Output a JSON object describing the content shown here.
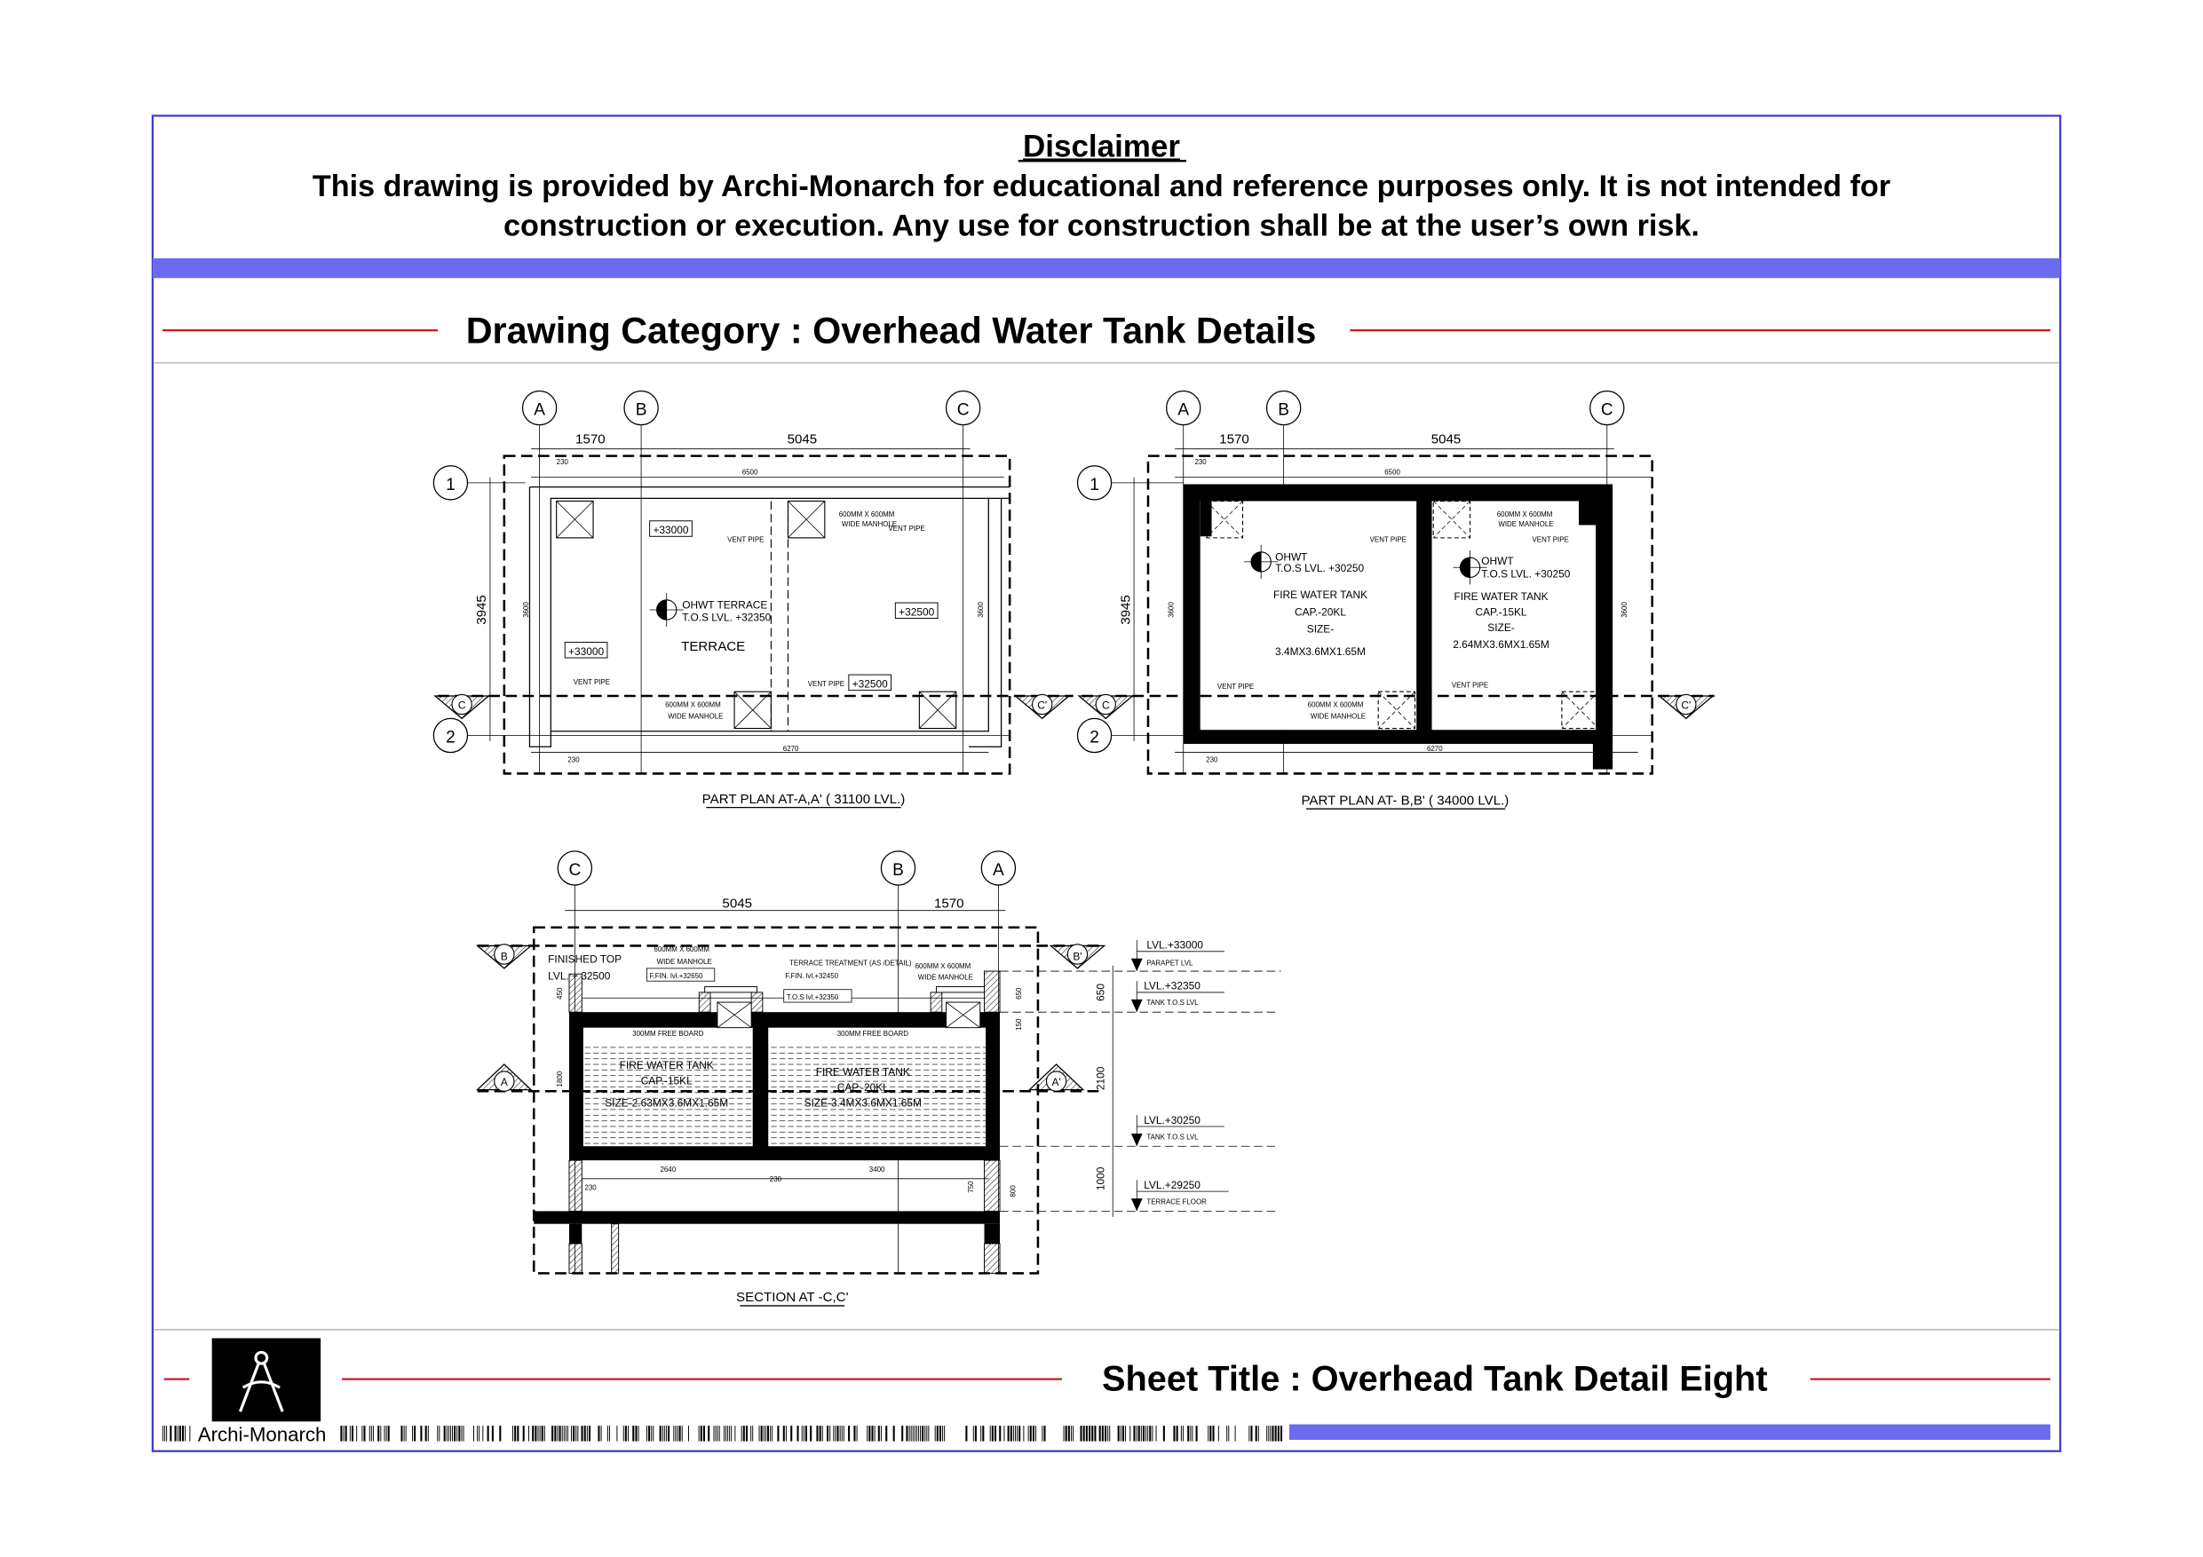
{
  "disclaimer": {
    "title": "Disclaimer",
    "line1": "This drawing is provided by Archi-Monarch for educational and reference purposes only. It is not intended for",
    "line2": "construction or execution. Any use for construction shall be at the user’s own risk."
  },
  "category": "Drawing Category : Overhead Water Tank Details",
  "colors": {
    "border": "#3a3ad6",
    "band": "#6b6bef",
    "rule": "#d0181e"
  },
  "grid": {
    "A": "A",
    "B": "B",
    "C": "C",
    "row1": "1",
    "row2": "2"
  },
  "dims": {
    "d1570": "1570",
    "d5045": "5045",
    "d3945": "3945",
    "d3600": "3600",
    "d6500": "6500",
    "d6270": "6270",
    "d230": "230"
  },
  "plan_a": {
    "title": "PART PLAN  AT-A,A' ( 31100 LVL.)",
    "lvl_33000": "+33000",
    "lvl_32500": "+32500",
    "vent_pipe": "VENT PIPE",
    "manhole_1": "600MM X 600MM",
    "manhole_2": "WIDE MANHOLE",
    "ohwt": "OHWT TERRACE",
    "tos": "T.O.S LVL. +32350",
    "terrace": "TERRACE",
    "cut_c": "C",
    "cut_c2": "C'"
  },
  "plan_b": {
    "title": "PART PLAN  AT- B,B' ( 34000 LVL.)",
    "ohwt": "OHWT",
    "tos": "T.O.S LVL. +30250",
    "tank_label": "FIRE WATER TANK",
    "cap_20": "CAP.-20KL",
    "cap_15": "CAP.-15KL",
    "size_label": "SIZE-",
    "size_20": "3.4MX3.6MX1.65M",
    "size_15": "2.64MX3.6MX1.65M"
  },
  "section": {
    "title": "SECTION AT -C,C'",
    "finished_top_1": "FINISHED TOP",
    "finished_top_2": "LVL. + 32500",
    "ffl_32650": "F.FIN. lvl.+32650",
    "ffl_32450": "F.FIN. lvl.+32450",
    "tos_32350": "T.O.S lvl.+32350",
    "terrace_treatment": "TERRACE TREATMENT  (AS /DETAIL)",
    "free_board": "300MM FREE BOARD",
    "tank_label": "FIRE WATER TANK",
    "cap_15": "CAP.-15KL",
    "cap_20": "CAP.-20KL",
    "size_15": "SIZE-2.63MX3.6MX1.65M",
    "size_20": "SIZE-3.4MX3.6MX1.65M",
    "cut_a": "A",
    "cut_b": "B",
    "cut_b2": "B'",
    "cut_a2": "A'",
    "d650": "650",
    "d2100": "2100",
    "d1000": "1000",
    "d450": "450",
    "d150": "150",
    "d1800": "1800",
    "d2640": "2640",
    "d3400": "3400",
    "d750": "750",
    "d800": "800",
    "levels": [
      {
        "value": "LVL.+33000",
        "label": "PARAPET LVL"
      },
      {
        "value": "LVL.+32350",
        "label": "TANK T.O.S  LVL"
      },
      {
        "value": "LVL.+30250",
        "label": "TANK T.O.S  LVL"
      },
      {
        "value": "LVL.+29250",
        "label": "TERRACE FLOOR"
      }
    ]
  },
  "footer": {
    "brand": "Archi-Monarch",
    "sheet_title": "Sheet Title : Overhead Tank Detail Eight"
  }
}
